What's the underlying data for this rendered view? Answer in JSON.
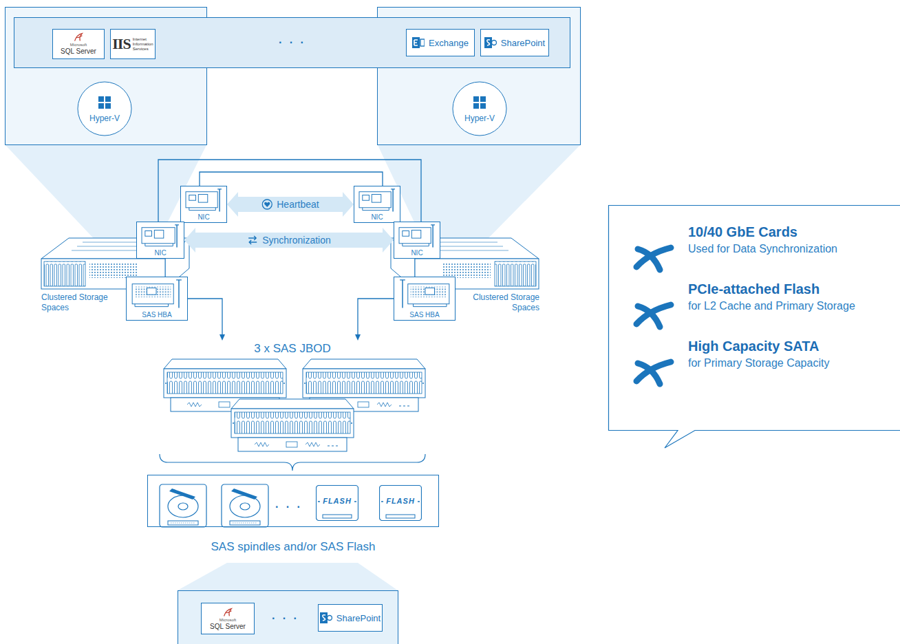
{
  "diagram": {
    "nodes": [
      {
        "text": [
          "Microsoft",
          "SQL Server"
        ]
      },
      {
        "text": [
          "IIS",
          "Internet Information Services"
        ]
      },
      {
        "text": [
          "Exchange"
        ]
      },
      {
        "text": [
          "SharePoint"
        ]
      },
      {
        "text": [
          "Hyper-V"
        ]
      },
      {
        "text": [
          "Hyper-V"
        ]
      },
      {
        "text": [
          "NIC"
        ]
      },
      {
        "text": [
          "NIC"
        ]
      },
      {
        "text": [
          "NIC"
        ]
      },
      {
        "text": [
          "NIC"
        ]
      },
      {
        "text": [
          "Clustered Storage Spaces"
        ]
      },
      {
        "text": [
          "SAS HBA"
        ]
      },
      {
        "text": [
          "Clustered Storage Spaces"
        ]
      },
      {
        "text": [
          "SAS HBA"
        ]
      },
      {
        "text": [
          "3 x SAS JBOD"
        ]
      },
      {
        "text": [
          "SAS spindles and/or SAS Flash"
        ]
      },
      {
        "text": [
          "FLASH"
        ],
        "in": 15
      },
      {
        "text": [
          "FLASH"
        ],
        "in": 15
      },
      {
        "text": [
          "Microsoft",
          "SQL Server"
        ]
      },
      {
        "text": [
          "SharePoint"
        ]
      },
      {
        "text": [
          "10/40 GbE Cards",
          "Used for Data Synchronization",
          "PCIe-attached Flash",
          "for L2 Cache and Primary Storage",
          "High Capacity SATA",
          "for Primary Storage Capacity"
        ]
      }
    ],
    "edges": [
      {
        "from": 6,
        "to": 7,
        "label": "Heartbeat",
        "arrow": "both"
      },
      {
        "from": 8,
        "to": 9,
        "label": "Synchronization",
        "arrow": "both"
      },
      {
        "from": 6,
        "to": 7,
        "arrow": "none"
      },
      {
        "from": 8,
        "to": 9,
        "arrow": "none"
      },
      {
        "from": 11,
        "to": 14,
        "arrow": "to"
      },
      {
        "from": 13,
        "to": 14,
        "arrow": "to"
      }
    ],
    "labels": [
      "· · ·",
      "· · ·",
      "· · ·"
    ]
  }
}
